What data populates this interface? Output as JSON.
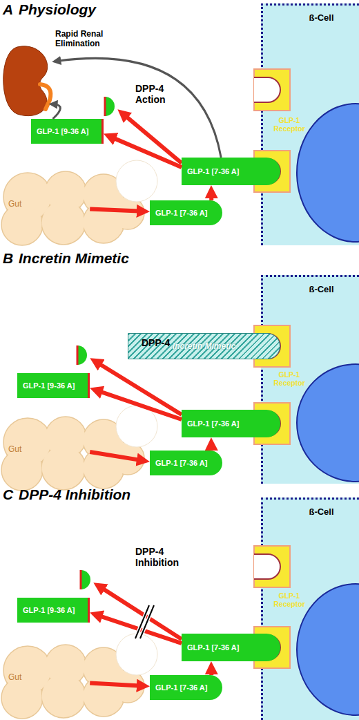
{
  "diagram": {
    "nodes": [
      {
        "text": [
          "Rapid Renal Elimination"
        ]
      },
      {
        "text": [
          "ß-Cell"
        ]
      },
      {
        "text": [
          "GLP-1 [7-36 A]"
        ]
      },
      {
        "text": [
          "GLP-1 [9-36 A]"
        ]
      },
      {
        "text": [
          "Gut"
        ]
      },
      {
        "text": [
          "GLP-1 [7-36 A]"
        ]
      },
      {
        "text": [
          "ß-Cell"
        ]
      },
      {
        "text": [
          "Incretin Mimetic"
        ]
      },
      {
        "text": [
          "GLP-1 [9-36 A]"
        ]
      },
      {
        "text": [
          "GLP-1 [7-36 A]"
        ]
      },
      {
        "text": [
          "Gut"
        ]
      },
      {
        "text": [
          "GLP-1 [7-36 A]"
        ]
      },
      {
        "text": [
          "ß-Cell"
        ]
      },
      {
        "text": [
          "GLP-1 [9-36 A]"
        ]
      },
      {
        "text": [
          "GLP-1 [7-36 A]"
        ]
      },
      {
        "text": [
          "Gut"
        ]
      },
      {
        "text": [
          "GLP-1 [7-36 A]"
        ]
      }
    ],
    "edges": [
      {
        "from": 4,
        "to": 5,
        "arrow": "to"
      },
      {
        "from": 5,
        "to": 2,
        "arrow": "to"
      },
      {
        "from": 2,
        "to": 3,
        "arrow": "to"
      },
      {
        "from": 3,
        "to": 0,
        "arrow": "to"
      },
      {
        "from": 2,
        "to": 0,
        "arrow": "to"
      },
      {
        "from": 10,
        "to": 11,
        "arrow": "to"
      },
      {
        "from": 11,
        "to": 9,
        "arrow": "to"
      },
      {
        "from": 9,
        "to": 8,
        "arrow": "to"
      },
      {
        "from": 15,
        "to": 16,
        "arrow": "to"
      },
      {
        "from": 16,
        "to": 14,
        "arrow": "to"
      },
      {
        "from": 14,
        "to": 13,
        "arrow": "to"
      }
    ],
    "labels": [
      "A",
      "Physiology",
      "GLP-1 Receptor",
      "DPP-4 Action",
      "B",
      "Incretin Mimetic",
      "GLP-1 Receptor",
      "DPP-4",
      "C",
      "DPP-4 Inhibition",
      "GLP-1 Receptor",
      "DPP-4 Inhibition"
    ]
  }
}
